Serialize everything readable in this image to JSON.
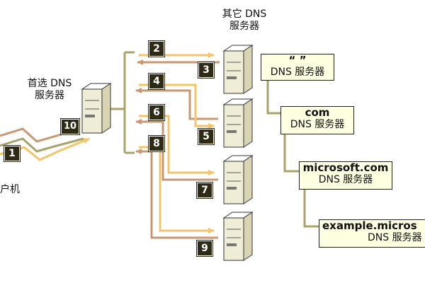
{
  "colors": {
    "request_arrow": "#f3c46a",
    "response_arrow": "#c89872",
    "zone_line": "#a8a36b",
    "box_fill": "#ffffe1",
    "step_badge": "#2f2a16",
    "server_fill": "#f0edd6"
  },
  "labels": {
    "preferred_server_line1": "首选 DNS",
    "preferred_server_line2": "服务器",
    "other_servers_line1": "其它 DNS",
    "other_servers_line2": "服务器",
    "client_partial": "户机"
  },
  "zones": {
    "root": {
      "name": "“ ”",
      "server": "DNS 服务器"
    },
    "com": {
      "name": "com",
      "server": "DNS 服务器"
    },
    "microsoft": {
      "name": "microsoft.com",
      "server": "DNS 服务器"
    },
    "example": {
      "name": "example.micros",
      "server": "DNS 服务器"
    }
  },
  "steps": [
    "1",
    "2",
    "3",
    "4",
    "5",
    "6",
    "7",
    "8",
    "9",
    "10"
  ],
  "icons": [
    "server-icon"
  ]
}
